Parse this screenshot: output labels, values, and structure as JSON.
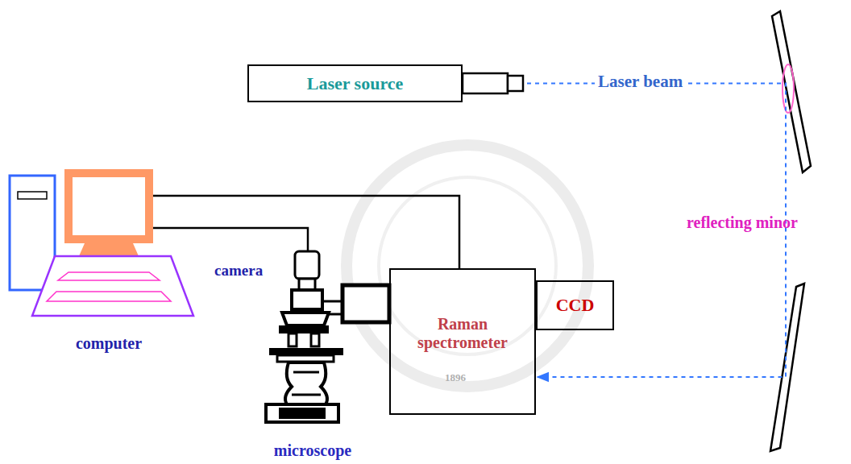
{
  "diagram": {
    "nodes": [
      {
        "text": [
          "Laser source"
        ]
      },
      {
        "text": [
          "Raman spectrometer"
        ]
      },
      {
        "text": [
          "CCD"
        ]
      },
      {
        "text": [
          "computer"
        ]
      },
      {
        "text": [
          "camera"
        ]
      },
      {
        "text": [
          "microscope"
        ]
      }
    ],
    "edges": [
      {
        "from": 0,
        "to": 1,
        "arrow": "to",
        "label": "Laser beam"
      },
      {
        "from": 3,
        "to": 1,
        "arrow": "none"
      },
      {
        "from": 3,
        "to": 4,
        "arrow": "none"
      }
    ],
    "labels": [
      "reflecting minor",
      "1896"
    ]
  }
}
